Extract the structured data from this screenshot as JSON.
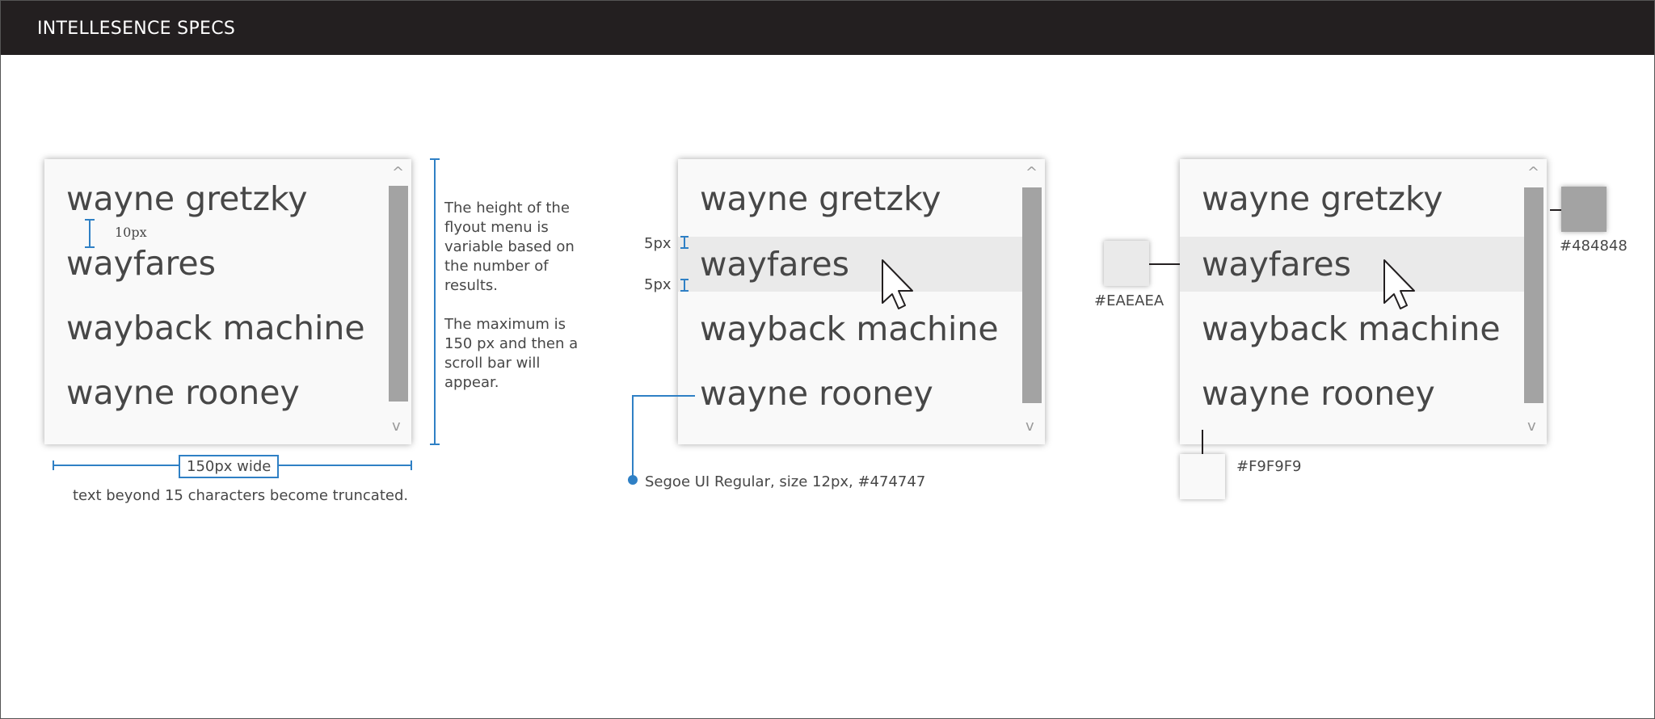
{
  "header": {
    "title": "INTELLESENCE SPECS"
  },
  "flyout_items": [
    "wayne gretzky",
    "wayfares",
    "wayback machine",
    "wayne rooney"
  ],
  "scroll": {
    "up_glyph": "^",
    "down_glyph": "v"
  },
  "panel1": {
    "spacing_label": "10px",
    "width_label": "150px wide",
    "truncation_note": "text beyond 15 characters become truncated.",
    "height_note_1": "The height of the flyout menu is variable based on the number of results.",
    "height_note_2": "The maximum is 150 px and then a scroll bar will appear."
  },
  "panel2": {
    "padding_top_label": "5px",
    "padding_bottom_label": "5px",
    "font_spec": "Segoe UI Regular, size 12px, #474747"
  },
  "panel3": {
    "hover_color": "#EAEAEA",
    "scrollbar_color": "#484848",
    "background_color": "#F9F9F9"
  },
  "colors": {
    "text": "#474747",
    "hover": "#EAEAEA",
    "background": "#F9F9F9",
    "thumb": "#A3A3A3",
    "annotation": "#2F80C5",
    "topbar": "#231F20"
  }
}
